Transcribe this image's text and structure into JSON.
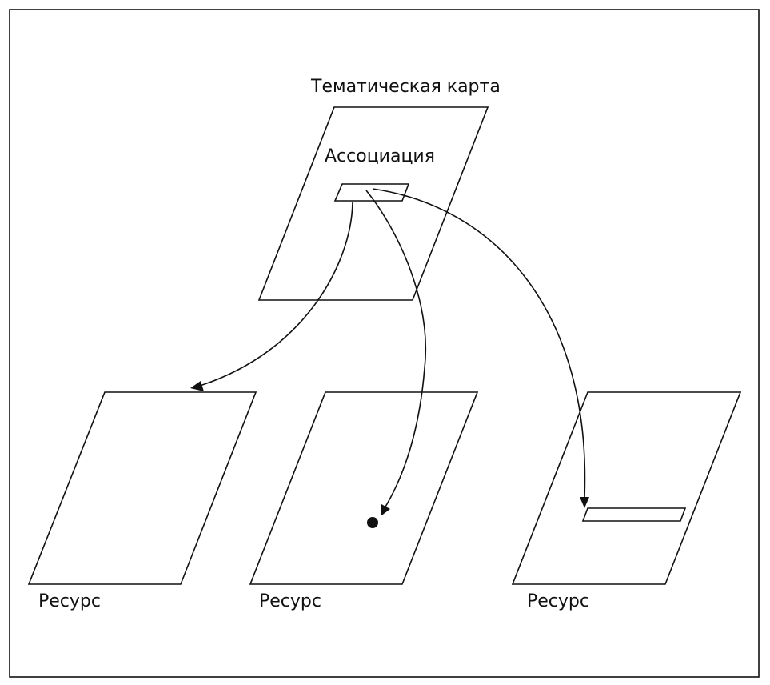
{
  "diagram": {
    "topic_map_label": "Тематическая карта",
    "association_label": "Ассоциация",
    "resources": [
      {
        "label": "Ресурс"
      },
      {
        "label": "Ресурс"
      },
      {
        "label": "Ресурс"
      }
    ]
  }
}
